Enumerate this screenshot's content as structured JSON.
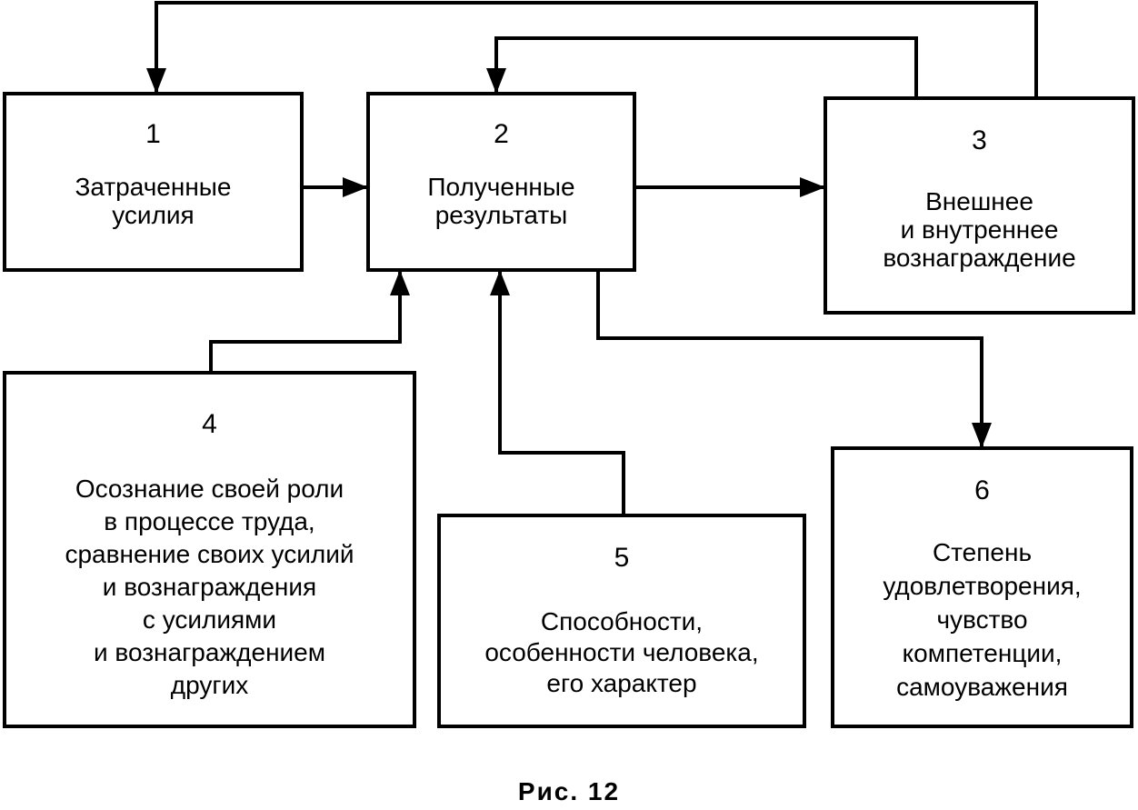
{
  "diagram": {
    "nodes": [
      {
        "id": "1",
        "number": "1",
        "label": "Затраченные\nусилия"
      },
      {
        "id": "2",
        "number": "2",
        "label": "Полученные\nрезультаты"
      },
      {
        "id": "3",
        "number": "3",
        "label": "Внешнее\nи внутреннее\nвознаграждение"
      },
      {
        "id": "4",
        "number": "4",
        "label": "Осознание  своей роли\nв процессе труда,\nсравнение своих усилий\nи вознаграждения\nс усилиями\nи вознаграждением\nдругих"
      },
      {
        "id": "5",
        "number": "5",
        "label": "Способности,\nособенности человека,\nего характер"
      },
      {
        "id": "6",
        "number": "6",
        "label": "Степень\nудовлетворения,\nчувство\nкомпетенции,\nсамоуважения"
      }
    ],
    "edges": [
      {
        "from": "1",
        "to": "2"
      },
      {
        "from": "2",
        "to": "3"
      },
      {
        "from": "3",
        "to": "1"
      },
      {
        "from": "3",
        "to": "2"
      },
      {
        "from": "4",
        "to": "2"
      },
      {
        "from": "5",
        "to": "2"
      },
      {
        "from": "2",
        "to": "6"
      }
    ],
    "caption": "Рис. 12"
  }
}
